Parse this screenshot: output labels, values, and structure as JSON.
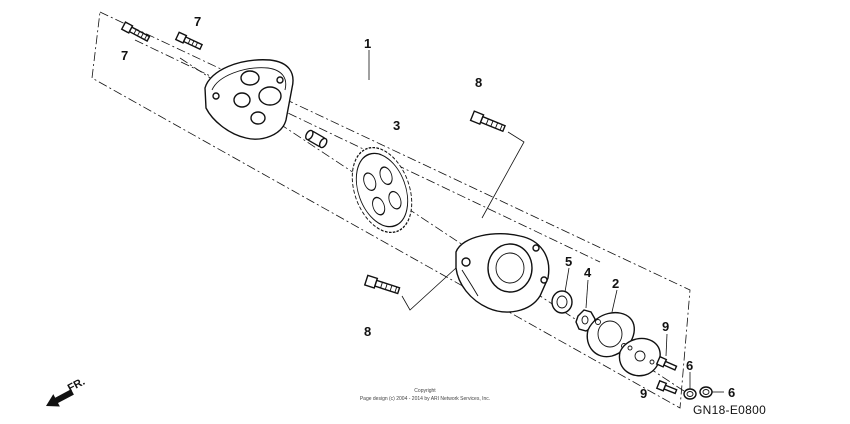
{
  "diagram": {
    "callouts": {
      "c1": "1",
      "c2": "2",
      "c3": "3",
      "c4": "4",
      "c5": "5",
      "c6a": "6",
      "c6b": "6",
      "c7a": "7",
      "c7b": "7",
      "c8a": "8",
      "c8b": "8",
      "c9a": "9",
      "c9b": "9"
    },
    "diagram_code": "GN18-E0800",
    "direction_label": "FR.",
    "copyright_line1": "Copyright",
    "copyright_line2": "Page design (c) 2004 - 2014 by ARI Network Services, Inc."
  }
}
